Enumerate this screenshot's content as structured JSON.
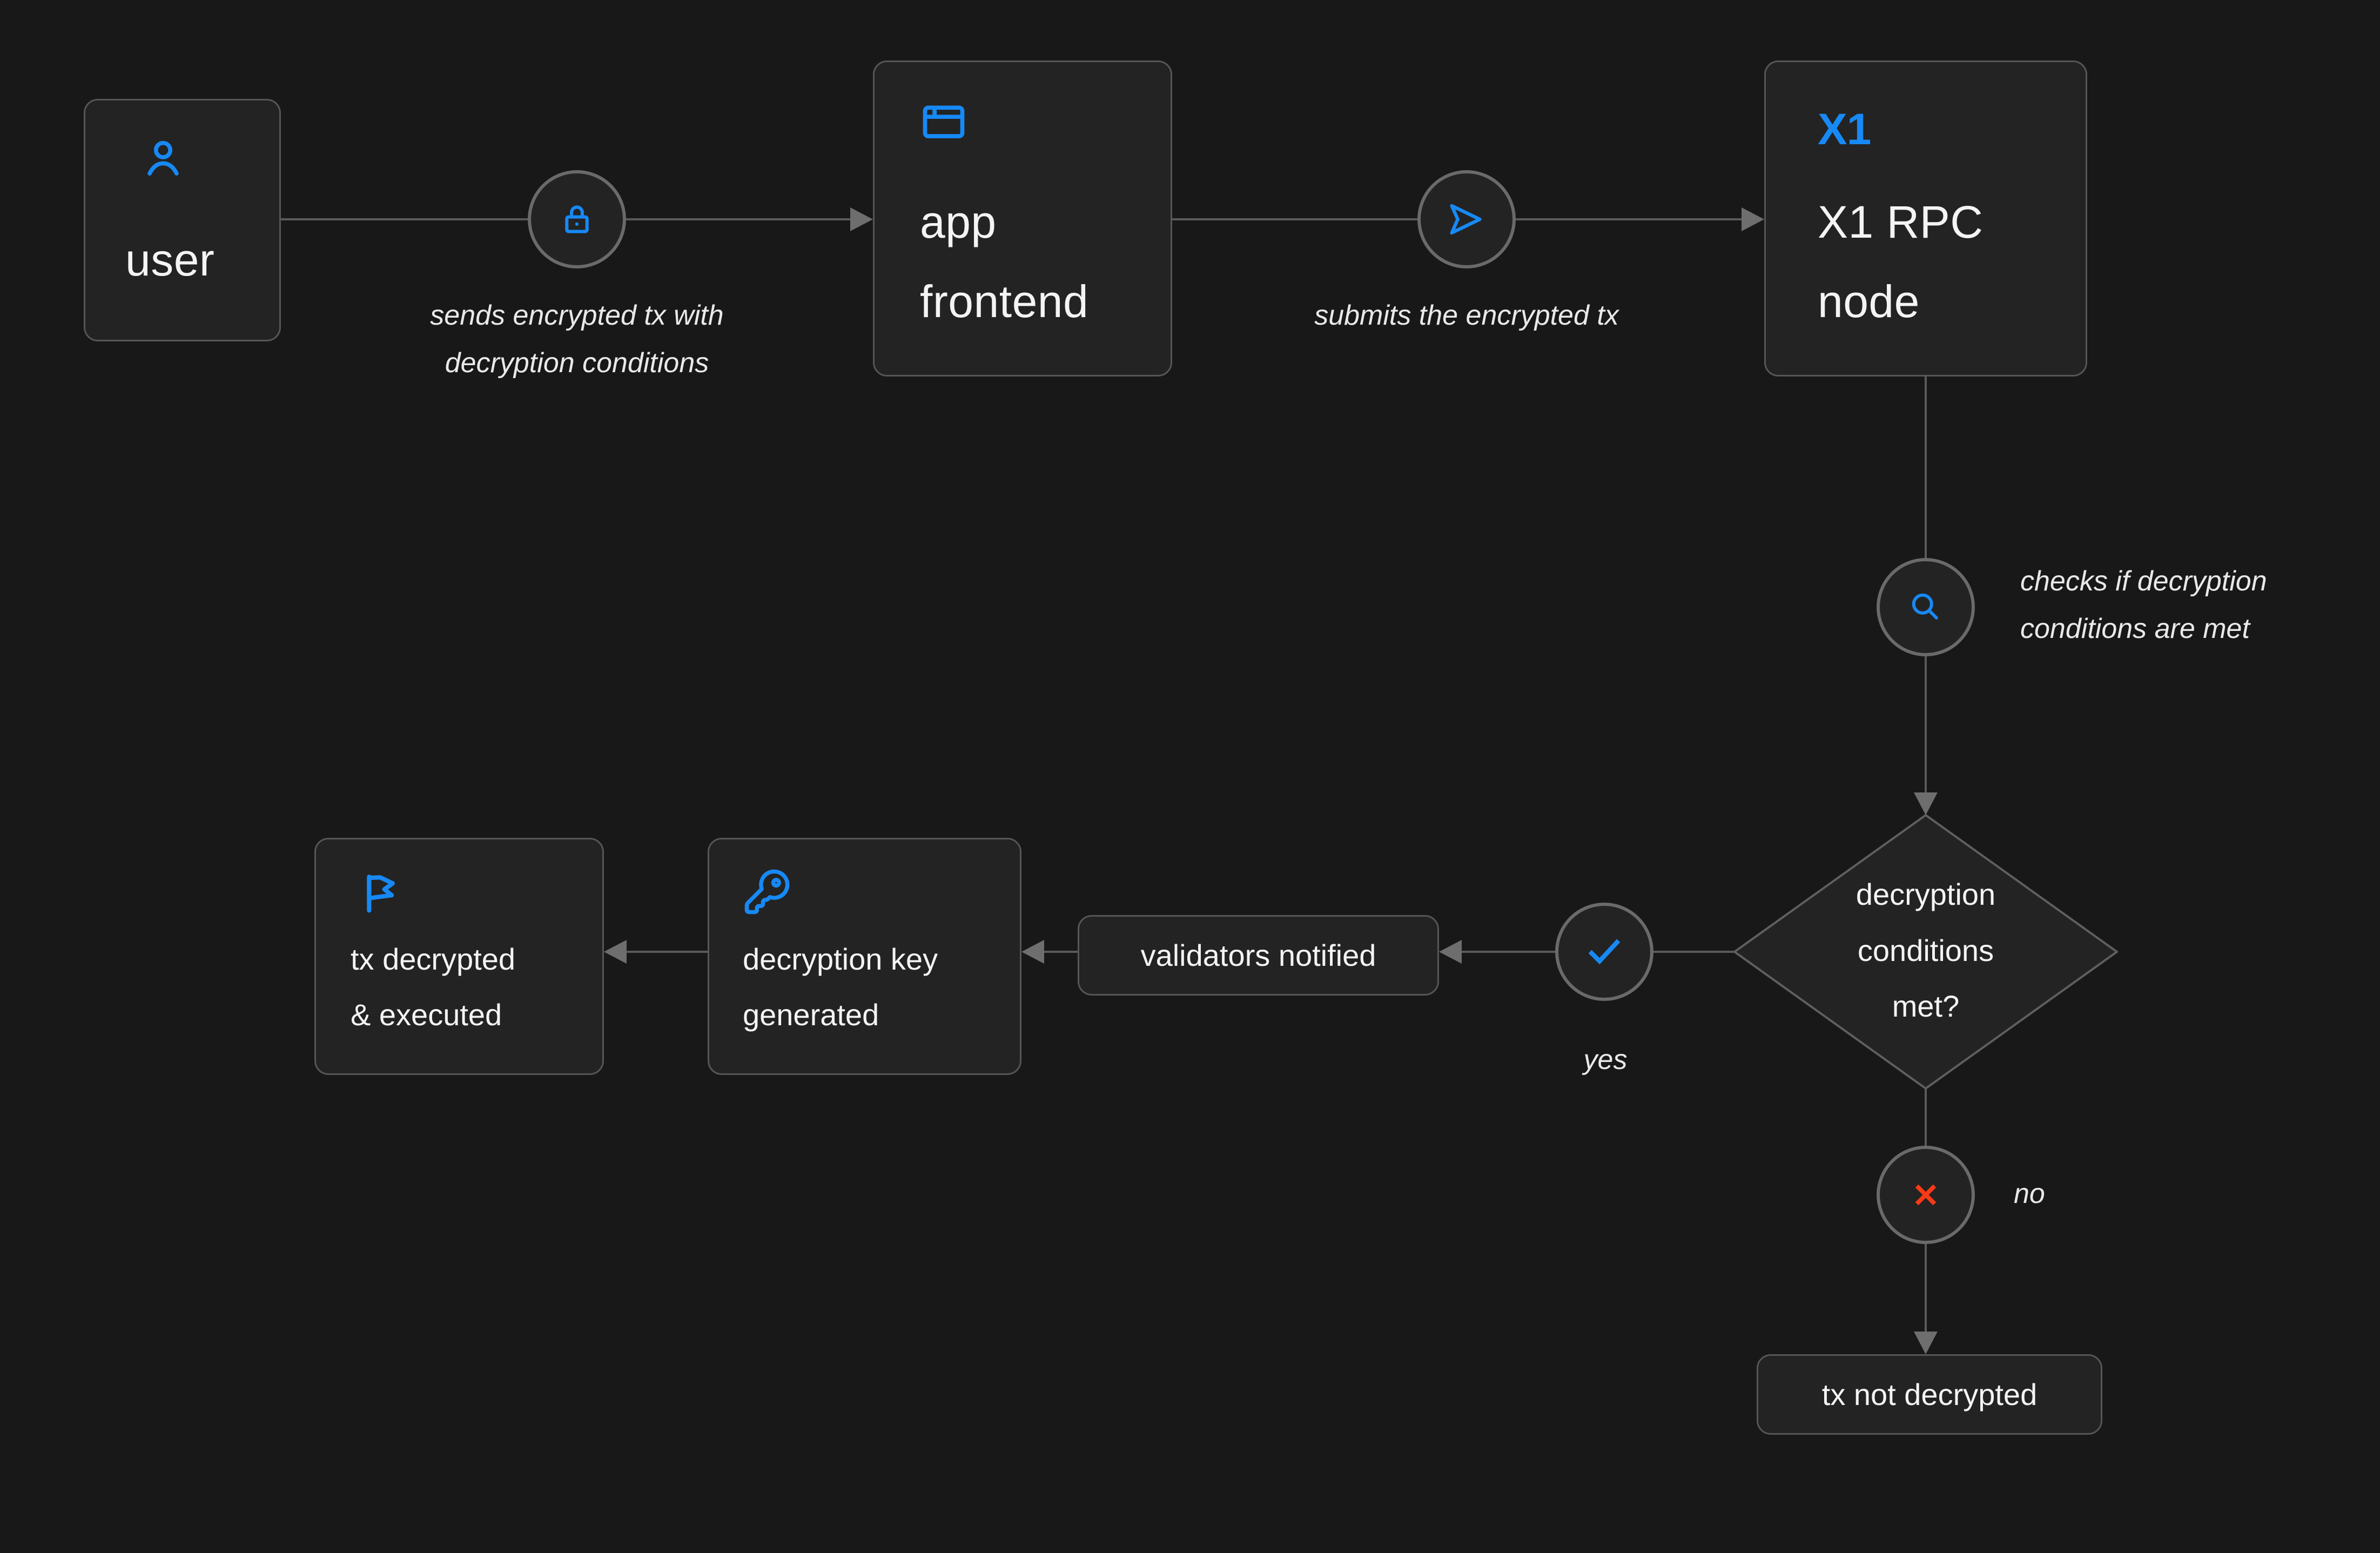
{
  "palette": {
    "background": "#181818",
    "node_fill": "#232323",
    "node_border": "#565656",
    "connector": "#5a5a5a",
    "arrowhead": "#6e6e6e",
    "text": "#f4f4f4",
    "accent_blue": "#1789F5",
    "accent_red": "#F93A17"
  },
  "nodes": {
    "user": {
      "label": "user",
      "icon": "person-icon"
    },
    "app_frontend": {
      "label": "app\nfrontend",
      "icon": "app-window-icon"
    },
    "x1_rpc_node": {
      "logo": "X1",
      "label": "X1 RPC\nnode"
    },
    "decision": {
      "label": "decryption\nconditions\nmet?"
    },
    "validators_notified": {
      "label": "validators notified"
    },
    "decryption_key_generated": {
      "label": "decryption key\ngenerated",
      "icon": "key-icon"
    },
    "tx_decrypted_executed": {
      "label": "tx decrypted\n& executed",
      "icon": "flag-icon"
    },
    "tx_not_decrypted": {
      "label": "tx not decrypted"
    }
  },
  "edge_labels": {
    "send_tx": "sends encrypted tx with\ndecryption conditions",
    "submit_tx": "submits the encrypted tx",
    "check_conditions": "checks if decryption\nconditions are met",
    "yes": "yes",
    "no": "no"
  },
  "edges": [
    {
      "from": "user",
      "to": "app_frontend",
      "label": "sends encrypted tx with decryption conditions",
      "badge": "lock-icon"
    },
    {
      "from": "app_frontend",
      "to": "x1_rpc_node",
      "label": "submits the encrypted tx",
      "badge": "send-icon"
    },
    {
      "from": "x1_rpc_node",
      "to": "decision",
      "label": "checks if decryption conditions are met",
      "badge": "search-icon"
    },
    {
      "from": "decision",
      "to": "validators_notified",
      "label": "yes",
      "badge": "check-icon"
    },
    {
      "from": "validators_notified",
      "to": "decryption_key_generated",
      "label": ""
    },
    {
      "from": "decryption_key_generated",
      "to": "tx_decrypted_executed",
      "label": ""
    },
    {
      "from": "decision",
      "to": "tx_not_decrypted",
      "label": "no",
      "badge": "x-icon"
    }
  ]
}
